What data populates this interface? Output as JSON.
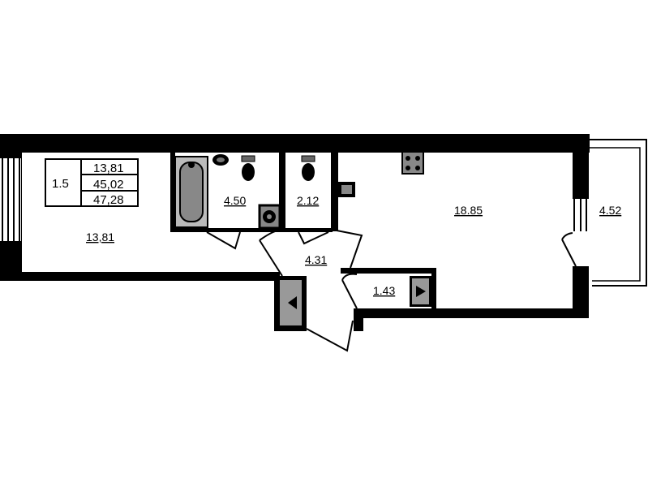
{
  "plan": {
    "legend": {
      "rooms_label": "1.5",
      "living_area": "13,81",
      "total_area": "45,02",
      "total_with_balcony": "47,28"
    },
    "rooms": {
      "living_room": "13,81",
      "bathroom": "4.50",
      "toilet": "2.12",
      "hallway": "4.31",
      "kitchen": "18.85",
      "storage": "1.43",
      "balcony": "4.52"
    }
  }
}
